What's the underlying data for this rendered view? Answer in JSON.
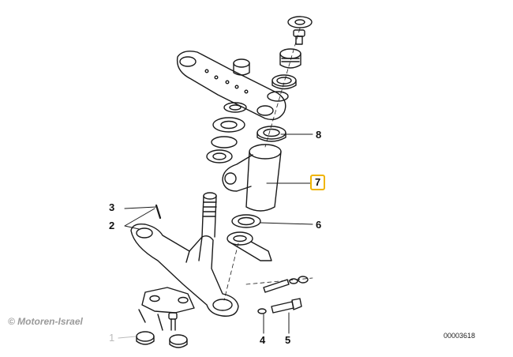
{
  "watermark": "© Motoren-Israel",
  "diagram_number": "00003618",
  "callouts": [
    {
      "id": "1",
      "label": "1",
      "faded": true
    },
    {
      "id": "2",
      "label": "2"
    },
    {
      "id": "3",
      "label": "3"
    },
    {
      "id": "4",
      "label": "4"
    },
    {
      "id": "5",
      "label": "5"
    },
    {
      "id": "6",
      "label": "6"
    },
    {
      "id": "7",
      "label": "7",
      "highlighted": true
    },
    {
      "id": "8",
      "label": "8"
    }
  ],
  "colors": {
    "highlight": "#f0b400",
    "line": "#1a1a1a",
    "faded": "#bbbbbb"
  }
}
